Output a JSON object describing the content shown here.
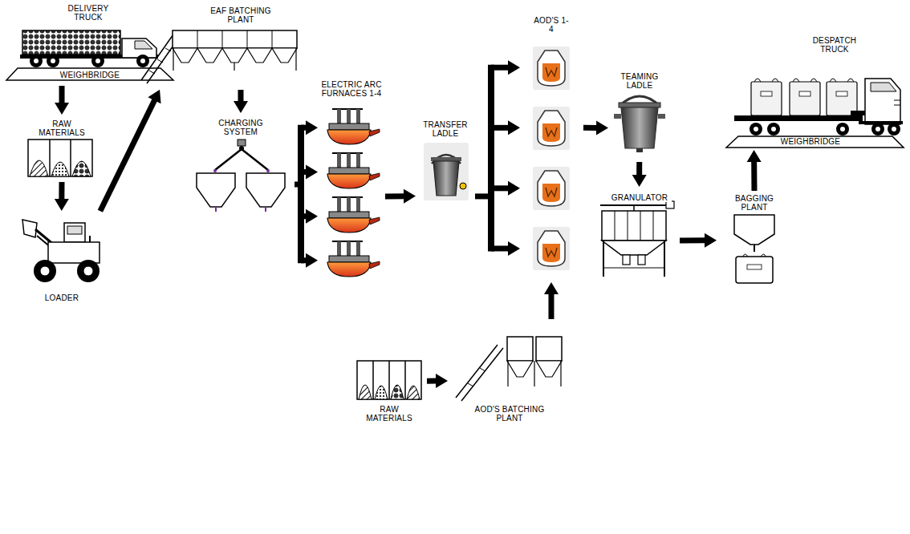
{
  "diagram": {
    "nodes": [
      {
        "text": [
          "DELIVERY TRUCK",
          "WEIGHBRIDGE"
        ]
      },
      {
        "text": [
          "RAW MATERIALS"
        ]
      },
      {
        "text": [
          "LOADER"
        ]
      },
      {
        "text": [
          "EAF BATCHING PLANT"
        ]
      },
      {
        "text": [
          "CHARGING SYSTEM"
        ]
      },
      {
        "text": [
          "ELECTRIC ARC FURNACES 1-4"
        ]
      },
      {
        "text": [
          "TRANSFER LADLE"
        ]
      },
      {
        "text": [
          "AOD'S 1-4"
        ]
      },
      {
        "text": [
          "TEAMING LADLE"
        ]
      },
      {
        "text": [
          "GRANULATOR"
        ]
      },
      {
        "text": [
          "BAGGING PLANT"
        ]
      },
      {
        "text": [
          "DESPATCH TRUCK",
          "WEIGHBRIDGE"
        ]
      },
      {
        "text": [
          "RAW MATERIALS"
        ]
      },
      {
        "text": [
          "AOD'S BATCHING PLANT"
        ]
      }
    ],
    "edges": [
      {
        "from": 0,
        "to": 1,
        "arrow": "to"
      },
      {
        "from": 1,
        "to": 2,
        "arrow": "to"
      },
      {
        "from": 2,
        "to": 3,
        "arrow": "to"
      },
      {
        "from": 3,
        "to": 4,
        "arrow": "to"
      },
      {
        "from": 4,
        "to": 5,
        "arrow": "to"
      },
      {
        "from": 5,
        "to": 6,
        "arrow": "to"
      },
      {
        "from": 6,
        "to": 7,
        "arrow": "to"
      },
      {
        "from": 7,
        "to": 8,
        "arrow": "to"
      },
      {
        "from": 8,
        "to": 9,
        "arrow": "to"
      },
      {
        "from": 9,
        "to": 10,
        "arrow": "to"
      },
      {
        "from": 10,
        "to": 11,
        "arrow": "to"
      },
      {
        "from": 12,
        "to": 13,
        "arrow": "to"
      },
      {
        "from": 13,
        "to": 7,
        "arrow": "to"
      }
    ]
  }
}
